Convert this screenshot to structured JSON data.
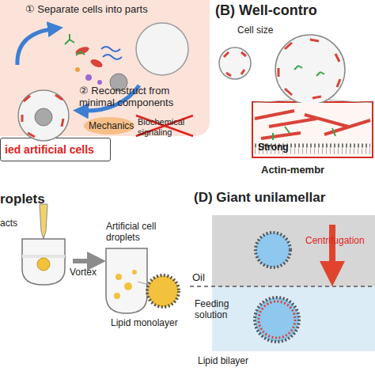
{
  "diagram": {
    "nodes": [
      {
        "text": [
          "① Separate cells into parts",
          "② Reconstruct from minimal components"
        ]
      },
      {
        "text": [
          "ied artificial cells"
        ]
      },
      {
        "text": [
          "Strong",
          "Actin-membr"
        ]
      }
    ],
    "labels": [
      "Mechanics",
      "Biochemical signaling",
      "(B) Well-contro",
      "Cell size",
      "roplets",
      "acts",
      "Vortex",
      "Artificial cell droplets",
      "Lipid monolayer",
      "(D) Giant unilamellar",
      "Oil",
      "Centrifugation",
      "Feeding solution",
      "Lipid bilayer"
    ]
  }
}
